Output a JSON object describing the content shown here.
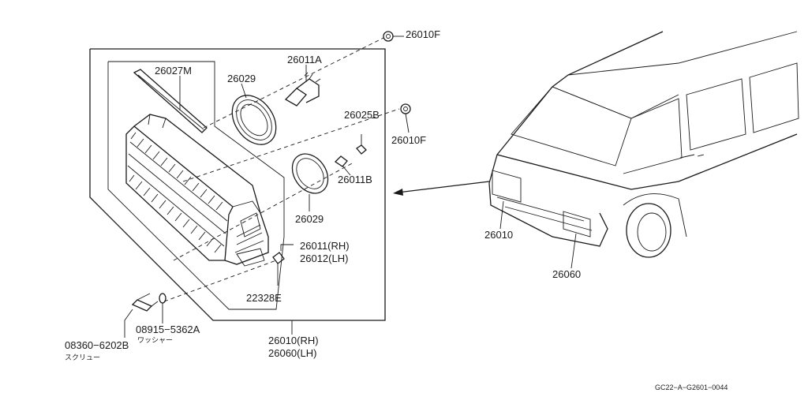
{
  "labels": {
    "p26010F_top": "26010F",
    "p26027M": "26027M",
    "p26029_top": "26029",
    "p26011A": "26011A",
    "p26025B": "26025B",
    "p26010F_mid": "26010F",
    "p26011B": "26011B",
    "p26029_bot": "26029",
    "p26011_rh": "26011(RH)",
    "p26012_lh": "26012(LH)",
    "p22328E": "22328E",
    "p08915": "08915−5362A",
    "washer_jp": "ワッシャー",
    "p08360": "08360−6202B",
    "screw_jp": "スクリュー",
    "p26010_rh": "26010(RH)",
    "p26060_lh": "26060(LH)",
    "p26010_van": "26010",
    "p26060_van": "26060"
  },
  "reference_code": "GC22−A−G2601−0044"
}
